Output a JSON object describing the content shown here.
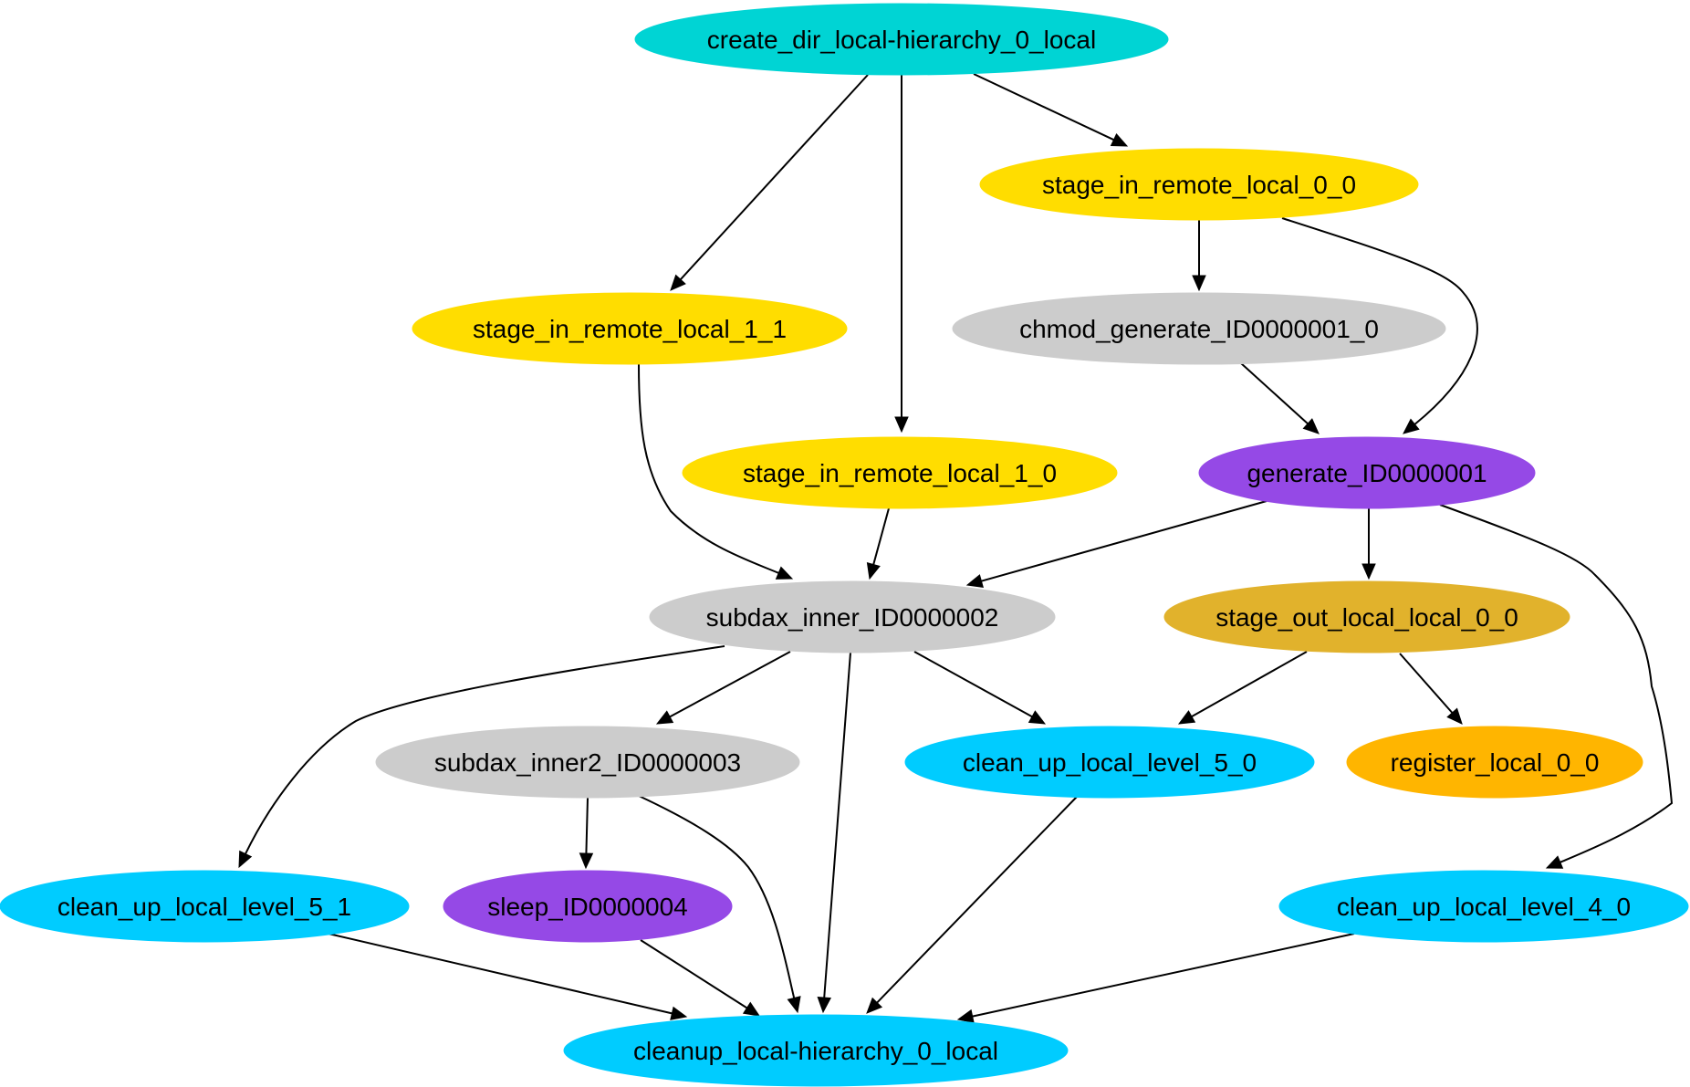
{
  "colors": {
    "cyan_dark": "#00d4d4",
    "yellow": "#ffdd00",
    "gray": "#cccccc",
    "purple": "#9549e6",
    "gold": "#e1b22c",
    "orange": "#ffb500",
    "sky": "#00ccff"
  },
  "nodes": [
    {
      "id": "create_dir",
      "label": "create_dir_local-hierarchy_0_local",
      "color": "#00d4d4"
    },
    {
      "id": "stage_in_0_0",
      "label": "stage_in_remote_local_0_0",
      "color": "#ffdd00"
    },
    {
      "id": "stage_in_1_1",
      "label": "stage_in_remote_local_1_1",
      "color": "#ffdd00"
    },
    {
      "id": "chmod",
      "label": "chmod_generate_ID0000001_0",
      "color": "#cccccc"
    },
    {
      "id": "stage_in_1_0",
      "label": "stage_in_remote_local_1_0",
      "color": "#ffdd00"
    },
    {
      "id": "generate",
      "label": "generate_ID0000001",
      "color": "#9549e6"
    },
    {
      "id": "subdax_inner",
      "label": "subdax_inner_ID0000002",
      "color": "#cccccc"
    },
    {
      "id": "stage_out",
      "label": "stage_out_local_local_0_0",
      "color": "#e1b22c"
    },
    {
      "id": "subdax_inner2",
      "label": "subdax_inner2_ID0000003",
      "color": "#cccccc"
    },
    {
      "id": "clean_5_0",
      "label": "clean_up_local_level_5_0",
      "color": "#00ccff"
    },
    {
      "id": "register",
      "label": "register_local_0_0",
      "color": "#ffb500"
    },
    {
      "id": "clean_5_1",
      "label": "clean_up_local_level_5_1",
      "color": "#00ccff"
    },
    {
      "id": "sleep",
      "label": "sleep_ID0000004",
      "color": "#9549e6"
    },
    {
      "id": "clean_4_0",
      "label": "clean_up_local_level_4_0",
      "color": "#00ccff"
    },
    {
      "id": "cleanup",
      "label": "cleanup_local-hierarchy_0_local",
      "color": "#00ccff"
    }
  ],
  "edges": [
    {
      "from": "create_dir",
      "to": "stage_in_1_1"
    },
    {
      "from": "create_dir",
      "to": "stage_in_1_0"
    },
    {
      "from": "create_dir",
      "to": "stage_in_0_0"
    },
    {
      "from": "stage_in_0_0",
      "to": "chmod"
    },
    {
      "from": "stage_in_0_0",
      "to": "generate"
    },
    {
      "from": "chmod",
      "to": "generate"
    },
    {
      "from": "stage_in_1_1",
      "to": "subdax_inner"
    },
    {
      "from": "stage_in_1_0",
      "to": "subdax_inner"
    },
    {
      "from": "generate",
      "to": "subdax_inner"
    },
    {
      "from": "generate",
      "to": "stage_out"
    },
    {
      "from": "generate",
      "to": "clean_4_0"
    },
    {
      "from": "subdax_inner",
      "to": "clean_5_1"
    },
    {
      "from": "subdax_inner",
      "to": "subdax_inner2"
    },
    {
      "from": "subdax_inner",
      "to": "cleanup"
    },
    {
      "from": "subdax_inner",
      "to": "clean_5_0"
    },
    {
      "from": "stage_out",
      "to": "clean_5_0"
    },
    {
      "from": "stage_out",
      "to": "register"
    },
    {
      "from": "subdax_inner2",
      "to": "sleep"
    },
    {
      "from": "subdax_inner2",
      "to": "cleanup"
    },
    {
      "from": "clean_5_0",
      "to": "cleanup"
    },
    {
      "from": "clean_5_1",
      "to": "cleanup"
    },
    {
      "from": "sleep",
      "to": "cleanup"
    },
    {
      "from": "clean_4_0",
      "to": "cleanup"
    }
  ]
}
